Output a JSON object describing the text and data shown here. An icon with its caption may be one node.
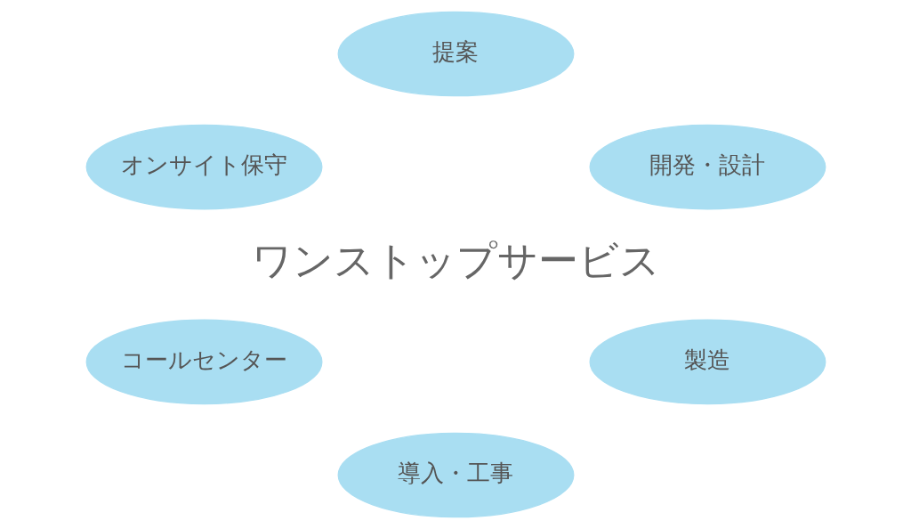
{
  "diagram": {
    "nodes": [
      {
        "text": [
          "提案"
        ]
      },
      {
        "text": [
          "オンサイト保守"
        ]
      },
      {
        "text": [
          "開発・設計"
        ]
      },
      {
        "text": [
          "コールセンター"
        ]
      },
      {
        "text": [
          "製造"
        ]
      },
      {
        "text": [
          "導入・工事"
        ]
      }
    ],
    "edges": [],
    "labels": [
      "ワンストップサービス"
    ]
  }
}
